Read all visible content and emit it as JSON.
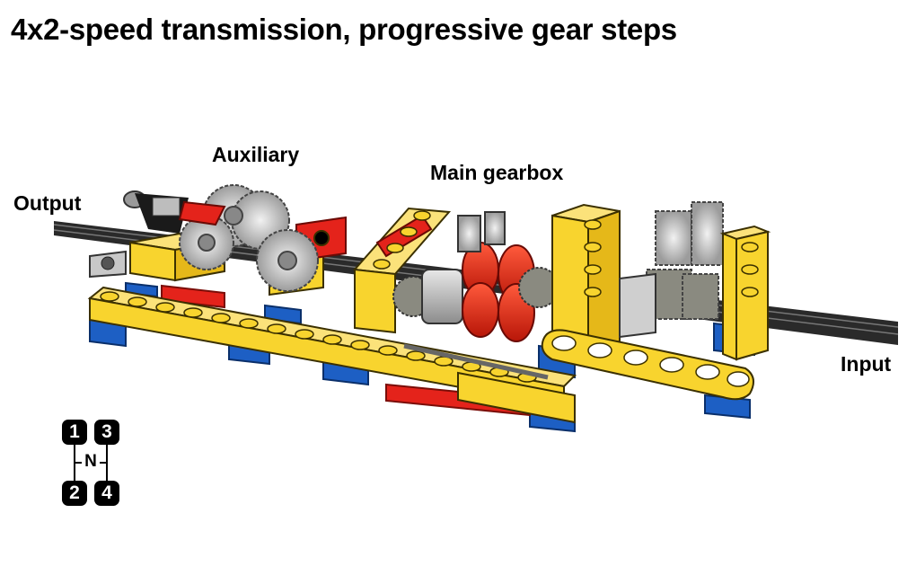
{
  "title": "4x2-speed transmission, progressive gear steps",
  "labels": {
    "output": "Output",
    "auxiliary": "Auxiliary",
    "main_gearbox": "Main gearbox",
    "input": "Input"
  },
  "shift_pattern": {
    "gear_1": "1",
    "gear_2": "2",
    "gear_3": "3",
    "gear_4": "4",
    "neutral": "N"
  },
  "colors": {
    "yellow": "#f8d42e",
    "blue": "#1d5fc4",
    "red": "#e4231b",
    "gray": "#b4b4b4",
    "dark_gray": "#6e6e66",
    "axle": "#2a2a2a"
  }
}
